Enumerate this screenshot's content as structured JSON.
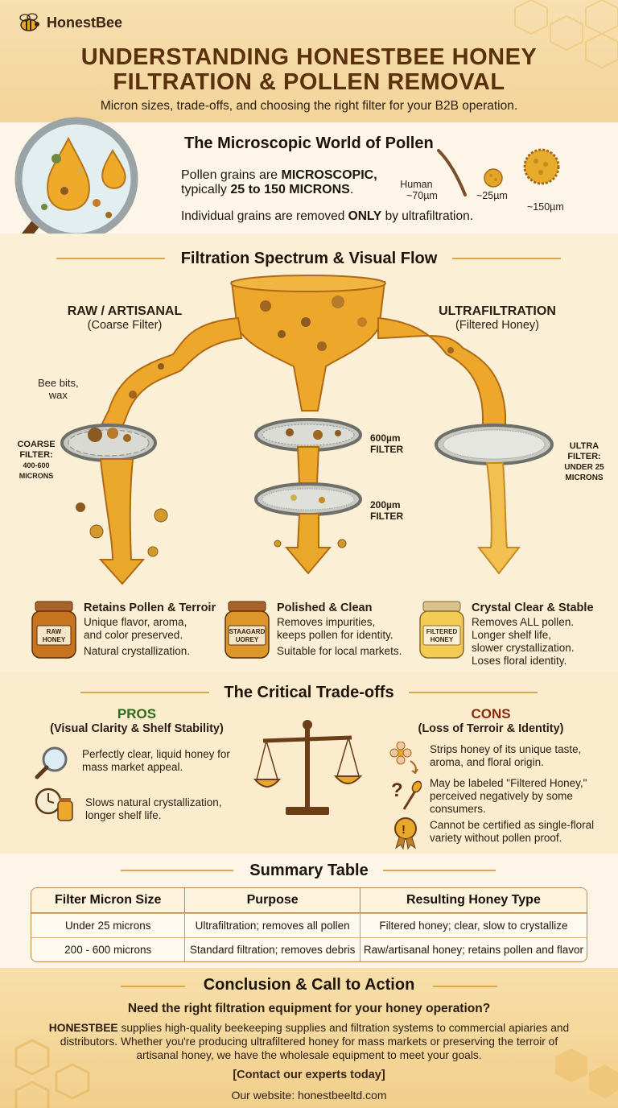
{
  "brand": {
    "name": "HonestBee"
  },
  "header": {
    "title_line1": "UNDERSTANDING HONESTBEE HONEY",
    "title_line2": "FILTRATION & POLLEN REMOVAL",
    "subtitle": "Micron sizes, trade-offs, and choosing the right filter for your B2B operation."
  },
  "pollen": {
    "title": "The Microscopic World of Pollen",
    "line1_pre": "Pollen grains are ",
    "line1_bold": "MICROSCOPIC,",
    "line2_pre": "typically ",
    "line2_bold": "25 to 150 MICRONS",
    "line2_post": ".",
    "line3_pre": "Individual grains are removed ",
    "line3_bold": "ONLY",
    "line3_post": " by ultrafiltration.",
    "hair_label": "Human",
    "hair_size": "~70µm",
    "small_size": "~25µm",
    "large_size": "~150µm"
  },
  "spectrum": {
    "title": "Filtration Spectrum & Visual Flow",
    "left_heading": "RAW / ARTISANAL",
    "left_sub": "(Coarse Filter)",
    "right_heading": "ULTRAFILTRATION",
    "right_sub": "(Filtered Honey)",
    "bee_bits": "Bee bits,",
    "wax": "wax",
    "coarse_label": [
      "COARSE",
      "FILTER:",
      "400-600",
      "MICRONS"
    ],
    "mid_filter1": [
      "600µm",
      "FILTER"
    ],
    "mid_filter2": [
      "200µm",
      "FILTER"
    ],
    "ultra_label": [
      "ULTRA",
      "FILTER:",
      "UNDER 25",
      "MICRONS"
    ],
    "outcomes": [
      {
        "jar": [
          "RAW",
          "HONEY"
        ],
        "title": "Retains Pollen & Terroir",
        "lines": [
          "Unique flavor, aroma,",
          "and color preserved.",
          "Natural crystallization."
        ]
      },
      {
        "jar": [
          "STAAGARD",
          "UOREY"
        ],
        "title": "Polished & Clean",
        "lines": [
          "Removes impurities,",
          "keeps pollen for identity.",
          "Suitable for local markets."
        ]
      },
      {
        "jar": [
          "FILTERED",
          "HONEY"
        ],
        "title": "Crystal Clear & Stable",
        "lines": [
          "Removes ALL pollen.",
          "Longer shelf life,",
          "slower crystallization.",
          "Loses floral identity."
        ]
      }
    ]
  },
  "tradeoffs": {
    "title": "The Critical Trade-offs",
    "pros_heading": "PROS",
    "pros_sub": "(Visual Clarity & Shelf Stability)",
    "pros": [
      {
        "icon": "magnifier-icon",
        "lines": [
          "Perfectly clear, liquid honey for",
          "mass market appeal."
        ]
      },
      {
        "icon": "clock-jar-icon",
        "lines": [
          "Slows natural crystallization,",
          "longer shelf life."
        ]
      }
    ],
    "cons_heading": "CONS",
    "cons_sub": "(Loss of Terroir & Identity)",
    "cons": [
      {
        "icon": "flower-arrow-icon",
        "lines": [
          "Strips honey of its unique taste,",
          "aroma, and floral origin."
        ]
      },
      {
        "icon": "question-dipper-icon",
        "lines": [
          "May be labeled \"Filtered Honey,\"",
          "perceived negatively by some",
          "consumers."
        ]
      },
      {
        "icon": "warning-badge-icon",
        "lines": [
          "Cannot be certified as single-floral",
          "variety without pollen proof."
        ]
      }
    ],
    "colors": {
      "pros": "#2e6a1a",
      "cons": "#8a2a0c"
    }
  },
  "summary": {
    "title": "Summary Table",
    "headers": [
      "Filter Micron Size",
      "Purpose",
      "Resulting Honey Type"
    ],
    "rows": [
      [
        "Under 25 microns",
        "Ultrafiltration; removes all pollen",
        "Filtered honey; clear, slow to crystallize"
      ],
      [
        "200 - 600 microns",
        "Standard filtration; removes debris",
        "Raw/artisanal honey; retains pollen and flavor"
      ]
    ]
  },
  "conclusion": {
    "title": "Conclusion & Call to Action",
    "question": "Need the right filtration equipment for your honey operation?",
    "body_bold": "HONESTBEE",
    "body_lines": [
      " supplies high-quality beekeeping supplies and filtration systems to commercial apiaries and",
      "distributors. Whether you're producing ultrafiltered honey for mass markets or preserving the terroir of",
      "artisanal honey, we have the wholesale equipment to meet your goals."
    ],
    "cta": "[Contact our experts today]",
    "website": "Our website: honestbeeltd.com"
  },
  "colors": {
    "accent": "#5a300d",
    "honey": "#e9a82a",
    "background": "#fbf1dc"
  }
}
